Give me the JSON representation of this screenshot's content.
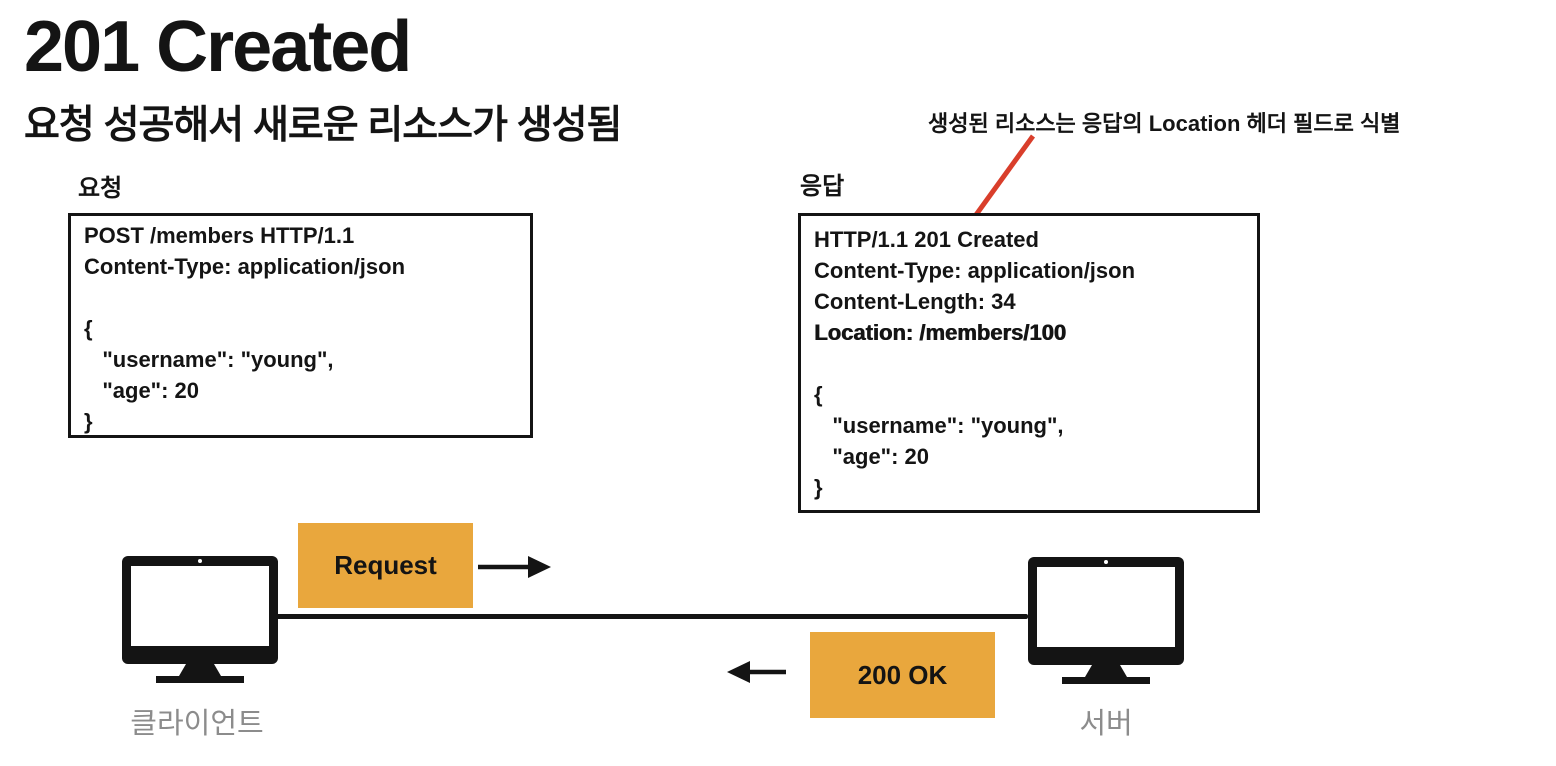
{
  "page": {
    "title": "201 Created",
    "subtitle": "요청 성공해서 새로운 리소스가 생성됨",
    "annotation": "생성된 리소스는 응답의 Location 헤더 필드로 식별"
  },
  "request_panel": {
    "label": "요청",
    "lines": [
      "POST /members HTTP/1.1",
      "Content-Type: application/json",
      "",
      "{",
      "   \"username\": \"young\",",
      "   \"age\": 20",
      "}"
    ]
  },
  "response_panel": {
    "label": "응답",
    "headers": [
      "HTTP/1.1 201 Created",
      "Content-Type: application/json",
      "Content-Length: 34"
    ],
    "location_line": "Location: /members/100",
    "body": [
      "",
      "{",
      "   \"username\": \"young\",",
      "   \"age\": 20",
      "}"
    ]
  },
  "flow": {
    "request_badge": "Request",
    "response_badge": "200 OK",
    "client_label": "클라이언트",
    "server_label": "서버",
    "client_icon": "desktop-monitor-icon",
    "server_icon": "desktop-monitor-icon"
  },
  "colors": {
    "badge_orange": "#E9A73D",
    "arrow_red": "#D93E2B",
    "label_gray": "#8C8C8C",
    "ink_black": "#141414"
  }
}
